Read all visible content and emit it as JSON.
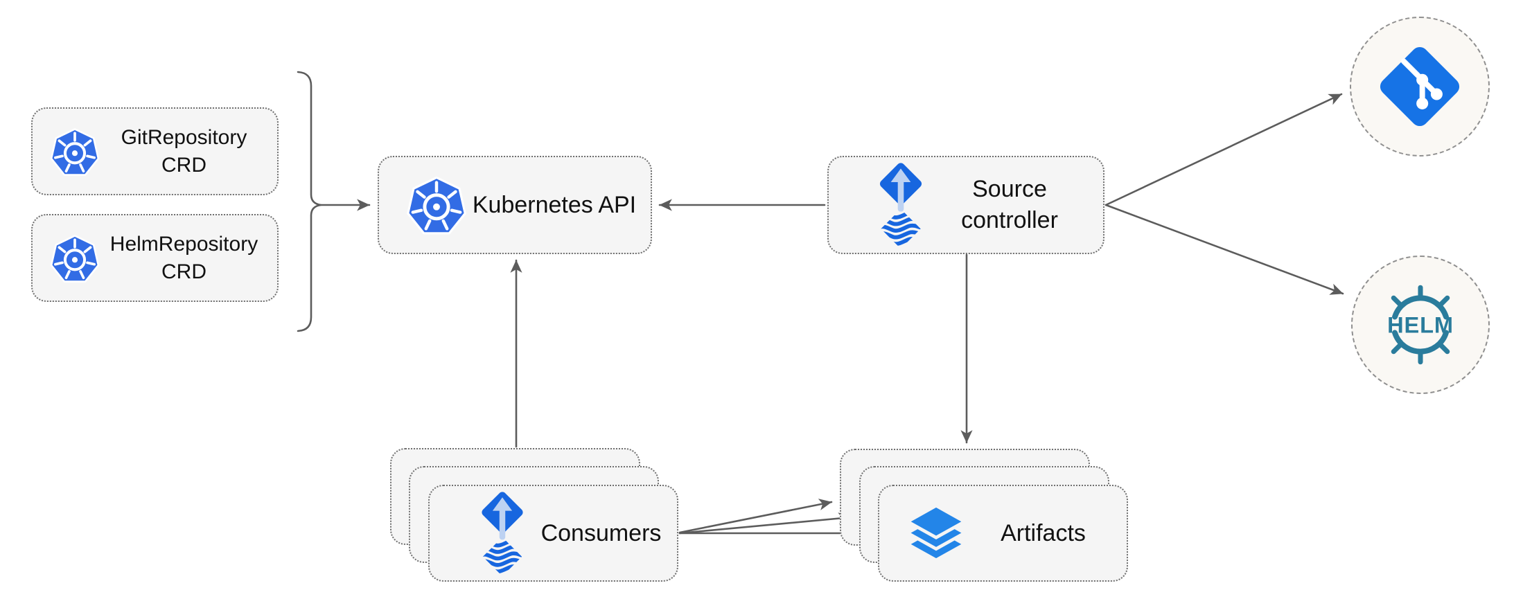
{
  "diagram": {
    "type": "architecture-diagram",
    "subject": "Flux source-controller architecture"
  },
  "nodes": {
    "git_repository_crd": {
      "label": "GitRepository CRD",
      "icon": "kubernetes-icon"
    },
    "helm_repository_crd": {
      "label": "HelmRepository CRD",
      "icon": "kubernetes-icon"
    },
    "kubernetes_api": {
      "label": "Kubernetes API",
      "icon": "kubernetes-icon"
    },
    "source_controller": {
      "label": "Source controller",
      "icon": "flux-icon"
    },
    "consumers": {
      "label": "Consumers",
      "icon": "flux-icon",
      "stacked": 3
    },
    "artifacts": {
      "label": "Artifacts",
      "icon": "layers-icon",
      "stacked": 3
    },
    "git_remote": {
      "label": "",
      "icon": "git-icon"
    },
    "helm_remote": {
      "label": "HELM",
      "icon": "helm-icon"
    }
  },
  "edges": [
    {
      "from": "git_repository_crd",
      "to": "kubernetes_api",
      "style": "bracket-arrow"
    },
    {
      "from": "helm_repository_crd",
      "to": "kubernetes_api",
      "style": "bracket-arrow"
    },
    {
      "from": "source_controller",
      "to": "kubernetes_api",
      "style": "arrow"
    },
    {
      "from": "source_controller",
      "to": "git_remote",
      "style": "arrow"
    },
    {
      "from": "source_controller",
      "to": "helm_remote",
      "style": "arrow"
    },
    {
      "from": "source_controller",
      "to": "artifacts",
      "style": "arrow"
    },
    {
      "from": "consumers",
      "to": "kubernetes_api",
      "style": "arrow"
    },
    {
      "from": "consumers",
      "to": "artifacts",
      "style": "triple-arrow"
    }
  ],
  "colors": {
    "background": "#ffffff",
    "node_fill": "#f5f5f5",
    "node_border": "#6f6f6f",
    "circle_fill": "#faf8f4",
    "circle_border": "#8f8f8f",
    "edge": "#5c5c5c",
    "text": "#111111",
    "k8s_blue": "#326ce5",
    "flux_blue": "#1766df",
    "flux_arrow": "#bdd2f2",
    "git_blue": "#1673e6",
    "helm_teal": "#2a7c9c",
    "layers_blue": "#2385e8"
  }
}
